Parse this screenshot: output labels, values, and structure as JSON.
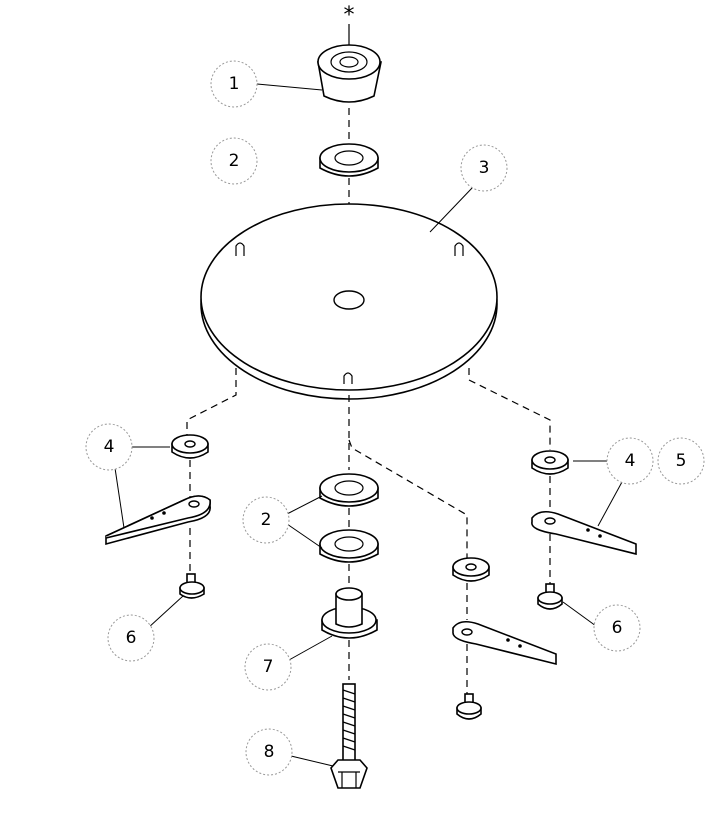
{
  "diagram": {
    "top_marker": "*",
    "callouts": [
      {
        "id": "c1",
        "label": "1"
      },
      {
        "id": "c2a",
        "label": "2"
      },
      {
        "id": "c3",
        "label": "3"
      },
      {
        "id": "c4a",
        "label": "4"
      },
      {
        "id": "c4b",
        "label": "4"
      },
      {
        "id": "c5",
        "label": "5"
      },
      {
        "id": "c2b",
        "label": "2"
      },
      {
        "id": "c6a",
        "label": "6"
      },
      {
        "id": "c6b",
        "label": "6"
      },
      {
        "id": "c7",
        "label": "7"
      },
      {
        "id": "c8",
        "label": "8"
      }
    ]
  }
}
